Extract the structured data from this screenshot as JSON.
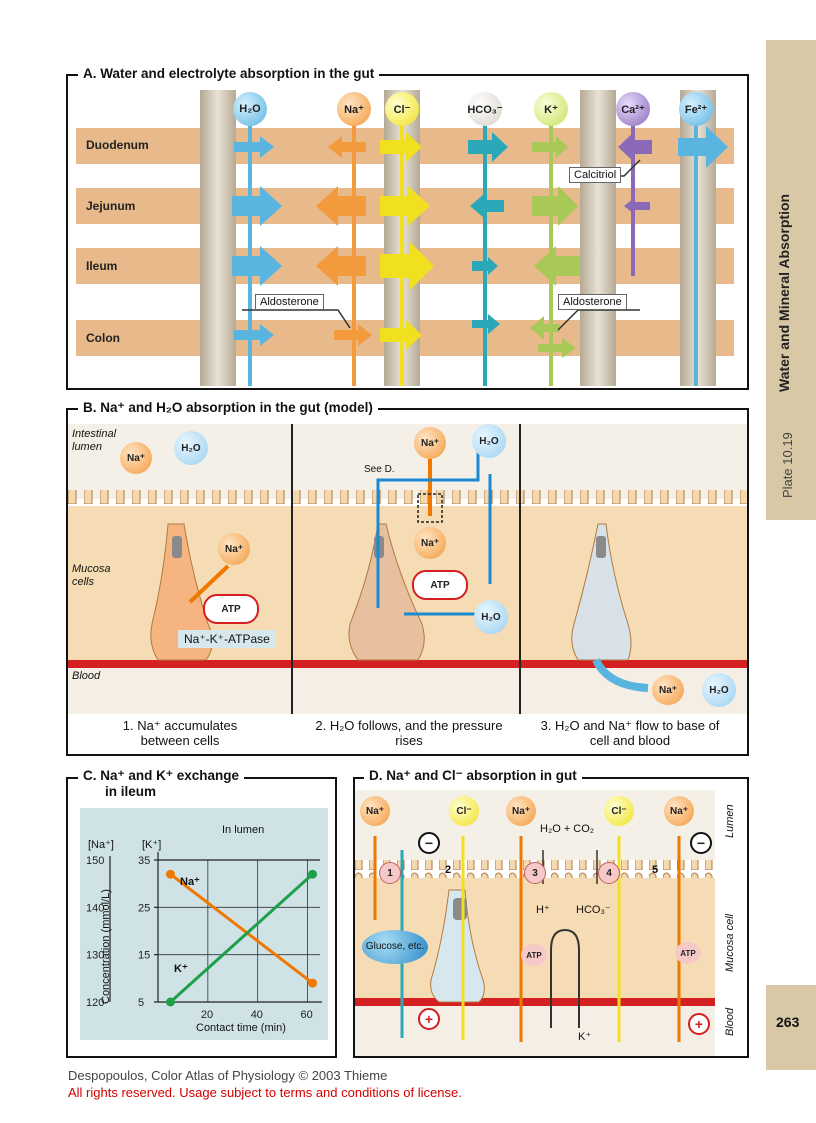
{
  "panel_a": {
    "title": "A. Water and electrolyte absorption in the gut",
    "ions": [
      "H₂O",
      "Na⁺",
      "Cl⁻",
      "HCO₃⁻",
      "K⁺",
      "Ca²⁺",
      "Fe²⁺"
    ],
    "segments": [
      "Duodenum",
      "Jejunum",
      "Ileum",
      "Colon"
    ],
    "calcitriol": "Calcitriol",
    "aldosterone_left": "Aldosterone",
    "aldosterone_right": "Aldosterone"
  },
  "panel_b": {
    "title": "B. Na⁺ and H₂O absorption in the gut (model)",
    "lumen_label": "Intestinal lumen",
    "mucosa_label": "Mucosa cells",
    "blood_label": "Blood",
    "na": "Na⁺",
    "h2o": "H₂O",
    "atp": "ATP",
    "pump": "Na⁺-K⁺-ATPase",
    "see_d": "See D.",
    "caption1": "1. Na⁺ accumulates between cells",
    "caption2": "2. H₂O follows, and the pressure rises",
    "caption3": "3. H₂O and Na⁺ flow to base of cell and blood"
  },
  "panel_c": {
    "title_line1": "C. Na⁺ and K⁺ exchange",
    "title_line2": "in ileum",
    "na_axis_label": "[Na⁺]",
    "k_axis_label": "[K⁺]",
    "in_lumen": "In lumen",
    "y_axis_title": "Concentration (mmol/L)",
    "x_axis_title": "Contact time (min)",
    "na_series": "Na⁺",
    "k_series": "K⁺",
    "na_ticks": [
      "150",
      "140",
      "130",
      "120"
    ],
    "k_ticks": [
      "35",
      "25",
      "15",
      "5"
    ],
    "x_ticks": [
      "20",
      "40",
      "60"
    ]
  },
  "chart_data": {
    "type": "line",
    "x": [
      5,
      62
    ],
    "series": [
      {
        "name": "Na⁺",
        "axis": "[Na⁺]",
        "values": [
          147,
          124
        ]
      },
      {
        "name": "K⁺",
        "axis": "[K⁺]",
        "values": [
          5,
          32
        ]
      }
    ],
    "xlabel": "Contact time (min)",
    "ylabel": "Concentration (mmol/L)",
    "xlim": [
      0,
      65
    ],
    "ylim_na": [
      120,
      150
    ],
    "ylim_k": [
      5,
      35
    ],
    "grid": true,
    "colors": {
      "Na⁺": "#f07800",
      "K⁺": "#1ea04a"
    }
  },
  "panel_d": {
    "title": "D. Na⁺ and Cl⁻ absorption in gut",
    "ions_top": [
      "Na⁺",
      "Cl⁻",
      "Na⁺",
      "Cl⁻",
      "Na⁺"
    ],
    "h2o_co2": "H₂O + CO₂",
    "h_plus": "H⁺",
    "hco3": "HCO₃⁻",
    "k_plus": "K⁺",
    "glucose": "Glucose, etc.",
    "atp": "ATP",
    "numbers": [
      "1",
      "2",
      "3",
      "4",
      "5"
    ],
    "lumen": "Lumen",
    "mucosa": "Mucosa cell",
    "blood": "Blood",
    "minus": "−",
    "plus": "+"
  },
  "sidebar": {
    "plate": "Plate 10.19",
    "topic": "Water and Mineral Absorption",
    "page_number": "263"
  },
  "footer": {
    "line1": "Despopoulos, Color Atlas of Physiology © 2003 Thieme",
    "line2": "All rights reserved. Usage subject to terms and conditions of license."
  },
  "colors": {
    "band": "#e8b98a",
    "membrane": "#c8bca8",
    "water": "#5ab4e0",
    "sodium": "#f39a3c",
    "chloride": "#f0e020",
    "bicarbonate": "#2aa8b8",
    "potassium": "#a8c858",
    "calcium": "#8a6ab8",
    "blood": "#d42020"
  }
}
